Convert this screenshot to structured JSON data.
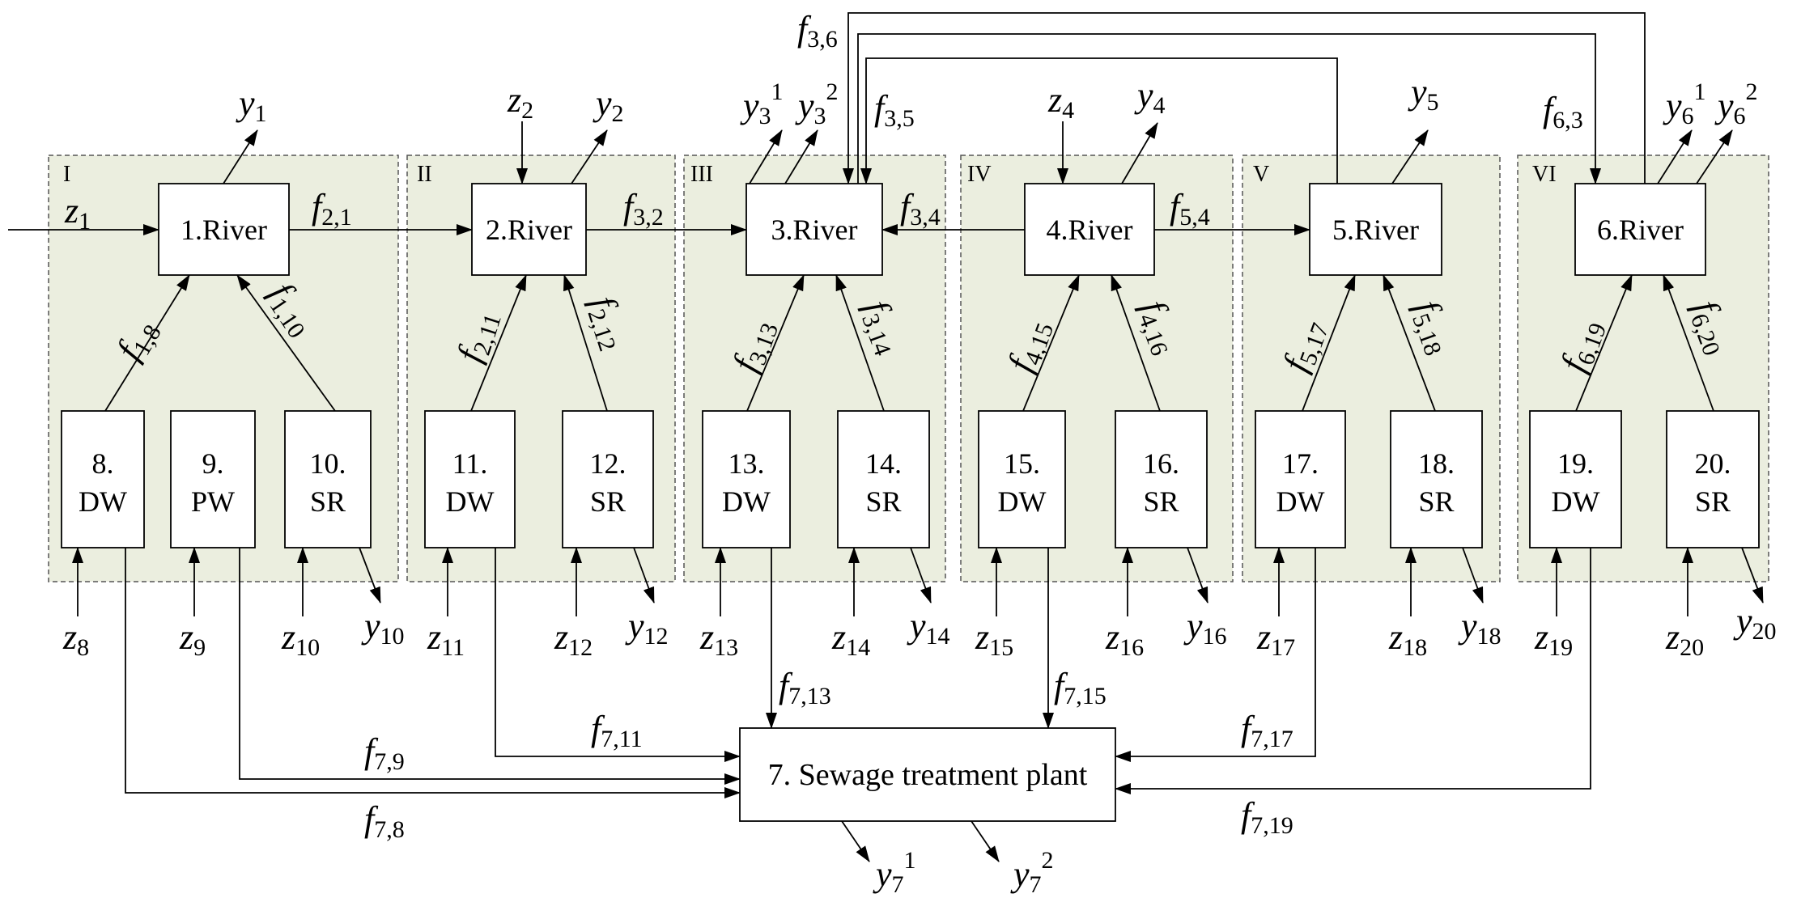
{
  "zones": [
    {
      "id": "zone-1",
      "label": "I"
    },
    {
      "id": "zone-2",
      "label": "II"
    },
    {
      "id": "zone-3",
      "label": "III"
    },
    {
      "id": "zone-4",
      "label": "IV"
    },
    {
      "id": "zone-5",
      "label": "V"
    },
    {
      "id": "zone-6",
      "label": "VI"
    }
  ],
  "nodes": {
    "n1": "1.River",
    "n2": "2.River",
    "n3": "3.River",
    "n4": "4.River",
    "n5": "5.River",
    "n6": "6.River",
    "n7": "7. Sewage treatment plant",
    "n8": [
      "8.",
      "DW"
    ],
    "n9": [
      "9.",
      "PW"
    ],
    "n10": [
      "10.",
      "SR"
    ],
    "n11": [
      "11.",
      "DW"
    ],
    "n12": [
      "12.",
      "SR"
    ],
    "n13": [
      "13.",
      "DW"
    ],
    "n14": [
      "14.",
      "SR"
    ],
    "n15": [
      "15.",
      "DW"
    ],
    "n16": [
      "16.",
      "SR"
    ],
    "n17": [
      "17.",
      "DW"
    ],
    "n18": [
      "18.",
      "SR"
    ],
    "n19": [
      "19.",
      "DW"
    ],
    "n20": [
      "20.",
      "SR"
    ]
  },
  "vars": {
    "z": "z",
    "y": "y",
    "f": "f",
    "sub_1": "1",
    "sub_2": "2",
    "sub_3": "3",
    "sub_4": "4",
    "sub_5": "5",
    "sub_6": "6",
    "sub_7": "7",
    "sub_8": "8",
    "sub_9": "9",
    "sub_10": "10",
    "sub_11": "11",
    "sub_12": "12",
    "sub_13": "13",
    "sub_14": "14",
    "sub_15": "15",
    "sub_16": "16",
    "sub_17": "17",
    "sub_18": "18",
    "sub_19": "19",
    "sub_20": "20",
    "sup_1": "1",
    "sup_2": "2",
    "f_2_1": "2,1",
    "f_3_2": "3,2",
    "f_3_4": "3,4",
    "f_5_4": "5,4",
    "f_3_6": "3,6",
    "f_3_5": "3,5",
    "f_6_3": "6,3",
    "f_1_8": "1,8",
    "f_1_10": "1,10",
    "f_2_11": "2,11",
    "f_2_12": "2,12",
    "f_3_13": "3,13",
    "f_3_14": "3,14",
    "f_4_15": "4,15",
    "f_4_16": "4,16",
    "f_5_17": "5,17",
    "f_5_18": "5,18",
    "f_6_19": "6,19",
    "f_6_20": "6,20",
    "f_7_8": "7,8",
    "f_7_9": "7,9",
    "f_7_11": "7,11",
    "f_7_13": "7,13",
    "f_7_15": "7,15",
    "f_7_17": "7,17",
    "f_7_19": "7,19"
  },
  "colors": {
    "zone_fill": "#ebeedf",
    "zone_border": "#555555",
    "box_fill": "#ffffff",
    "line": "#000000"
  }
}
